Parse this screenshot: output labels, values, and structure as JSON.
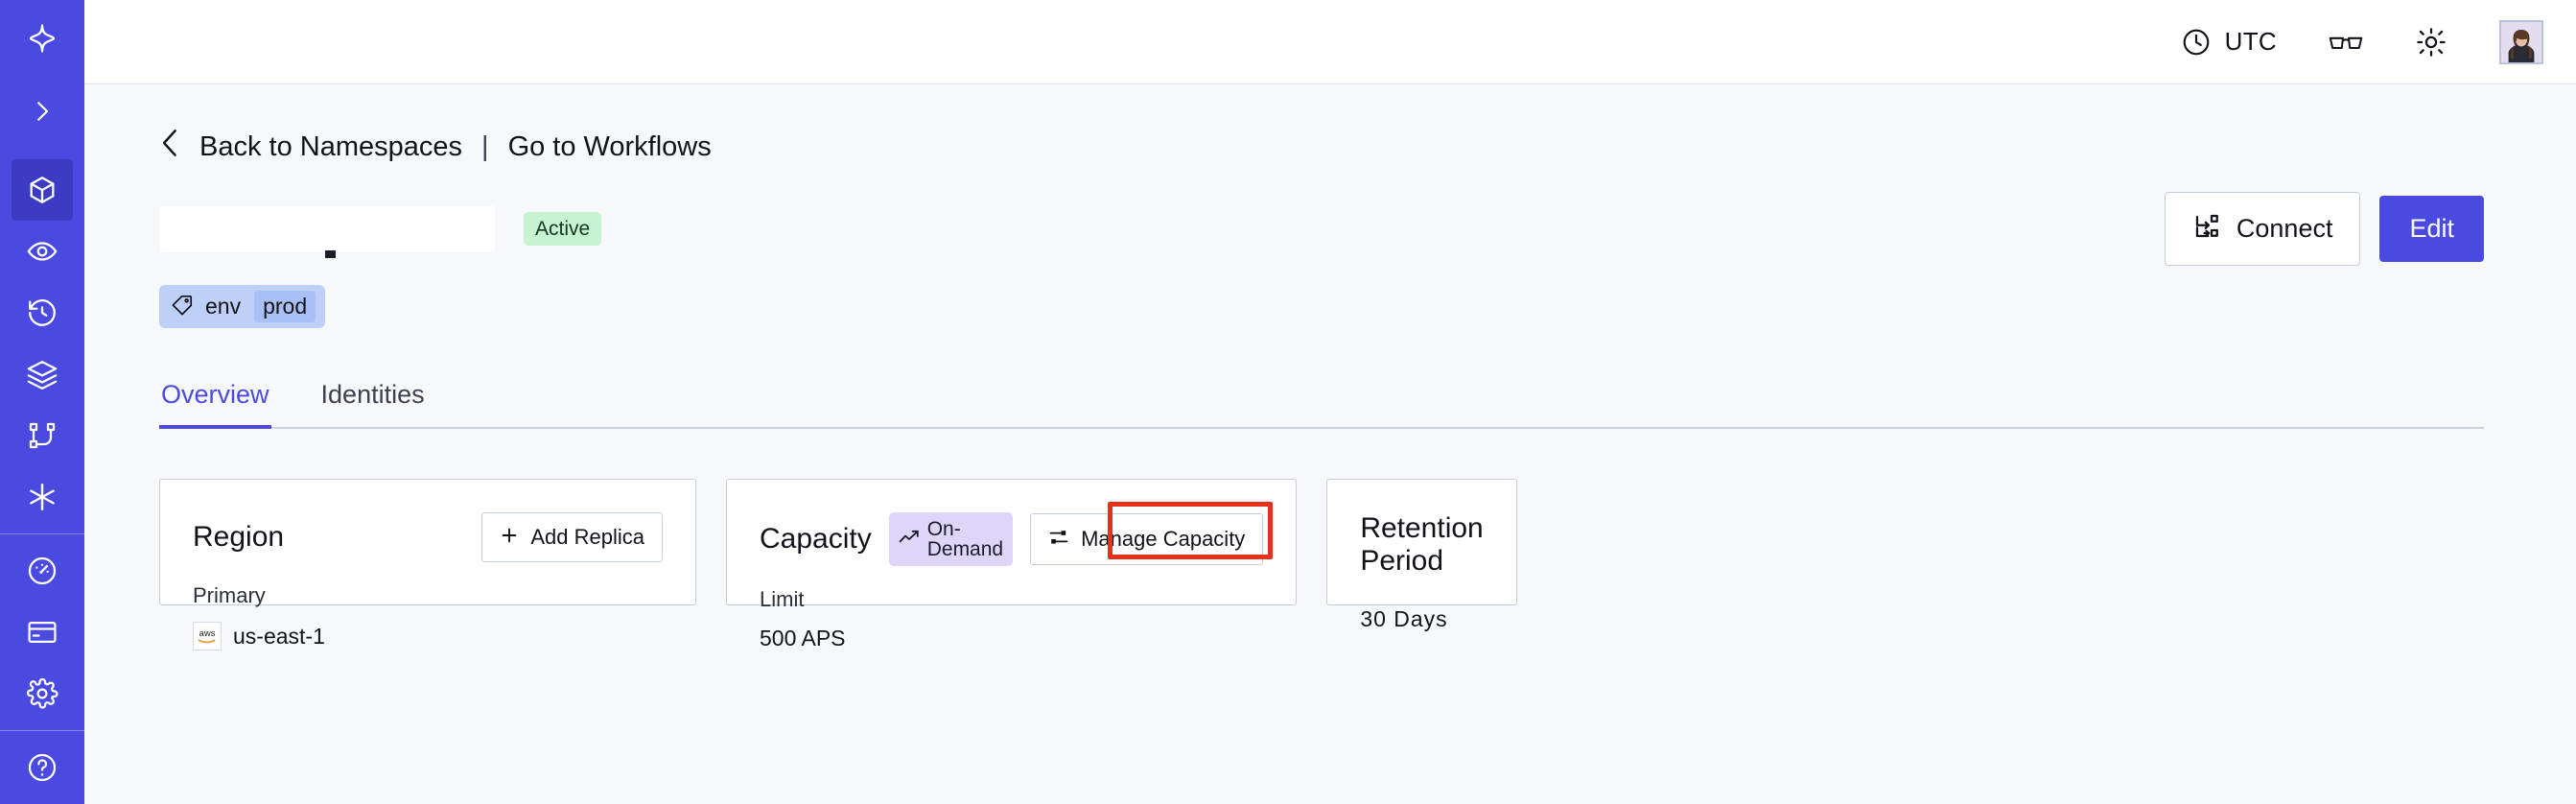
{
  "sidebar": {
    "items": [
      {
        "name": "logo",
        "icon": "sparkle-logo-icon",
        "label": ""
      },
      {
        "name": "expand",
        "icon": "chevron-right-icon",
        "label": ""
      },
      {
        "name": "namespaces",
        "icon": "cube-icon",
        "label": "",
        "active": true
      },
      {
        "name": "observability",
        "icon": "eye-icon",
        "label": ""
      },
      {
        "name": "schedules",
        "icon": "clock-rewind-icon",
        "label": ""
      },
      {
        "name": "batch",
        "icon": "layers-icon",
        "label": ""
      },
      {
        "name": "workflows",
        "icon": "git-branch-icon",
        "label": ""
      },
      {
        "name": "integrations",
        "icon": "asterisk-icon",
        "label": ""
      },
      {
        "name": "usage",
        "icon": "gauge-icon",
        "label": ""
      },
      {
        "name": "billing",
        "icon": "credit-card-icon",
        "label": ""
      },
      {
        "name": "settings",
        "icon": "gear-icon",
        "label": ""
      },
      {
        "name": "help",
        "icon": "help-circle-icon",
        "label": ""
      }
    ]
  },
  "topbar": {
    "timezone": "UTC",
    "clock_icon": "clock-icon",
    "glasses_icon": "glasses-icon",
    "theme_icon": "sun-icon",
    "avatar_alt": "user-avatar"
  },
  "breadcrumb": {
    "back_label": "Back to Namespaces",
    "separator": "|",
    "link_label": "Go to Workflows",
    "back_icon": "chevron-left-icon"
  },
  "namespace": {
    "title": "",
    "status": "Active",
    "tag": {
      "key": "env",
      "value": "prod",
      "icon": "tag-icon"
    }
  },
  "actions": {
    "connect": "Connect",
    "connect_icon": "connector-icon",
    "edit": "Edit"
  },
  "tabs": [
    {
      "label": "Overview",
      "active": true
    },
    {
      "label": "Identities",
      "active": false
    }
  ],
  "cards": {
    "region": {
      "title": "Region",
      "action_label": "Add Replica",
      "action_icon": "plus-icon",
      "sub_label": "Primary",
      "provider_icon": "aws-logo",
      "value": "us-east-1"
    },
    "capacity": {
      "title": "Capacity",
      "badge": "On-Demand",
      "badge_icon": "trending-up-icon",
      "action_label": "Manage Capacity",
      "action_icon": "sliders-icon",
      "sub_label": "Limit",
      "value": "500 APS"
    },
    "retention": {
      "title": "Retention Period",
      "value": "30 Days"
    }
  },
  "annotation": {
    "target": "Manage Capacity",
    "color": "#e8311a"
  },
  "colors": {
    "brand": "#4a4ae0",
    "sidebar_bg": "#4a4ae0",
    "page_bg": "#f7f8fa",
    "card_border": "#c4cde0",
    "status_active_bg": "#c6f3d2",
    "tag_bg": "#bed0f7",
    "badge_ondemand_bg": "#ddd6f8",
    "annotation": "#e8311a"
  }
}
